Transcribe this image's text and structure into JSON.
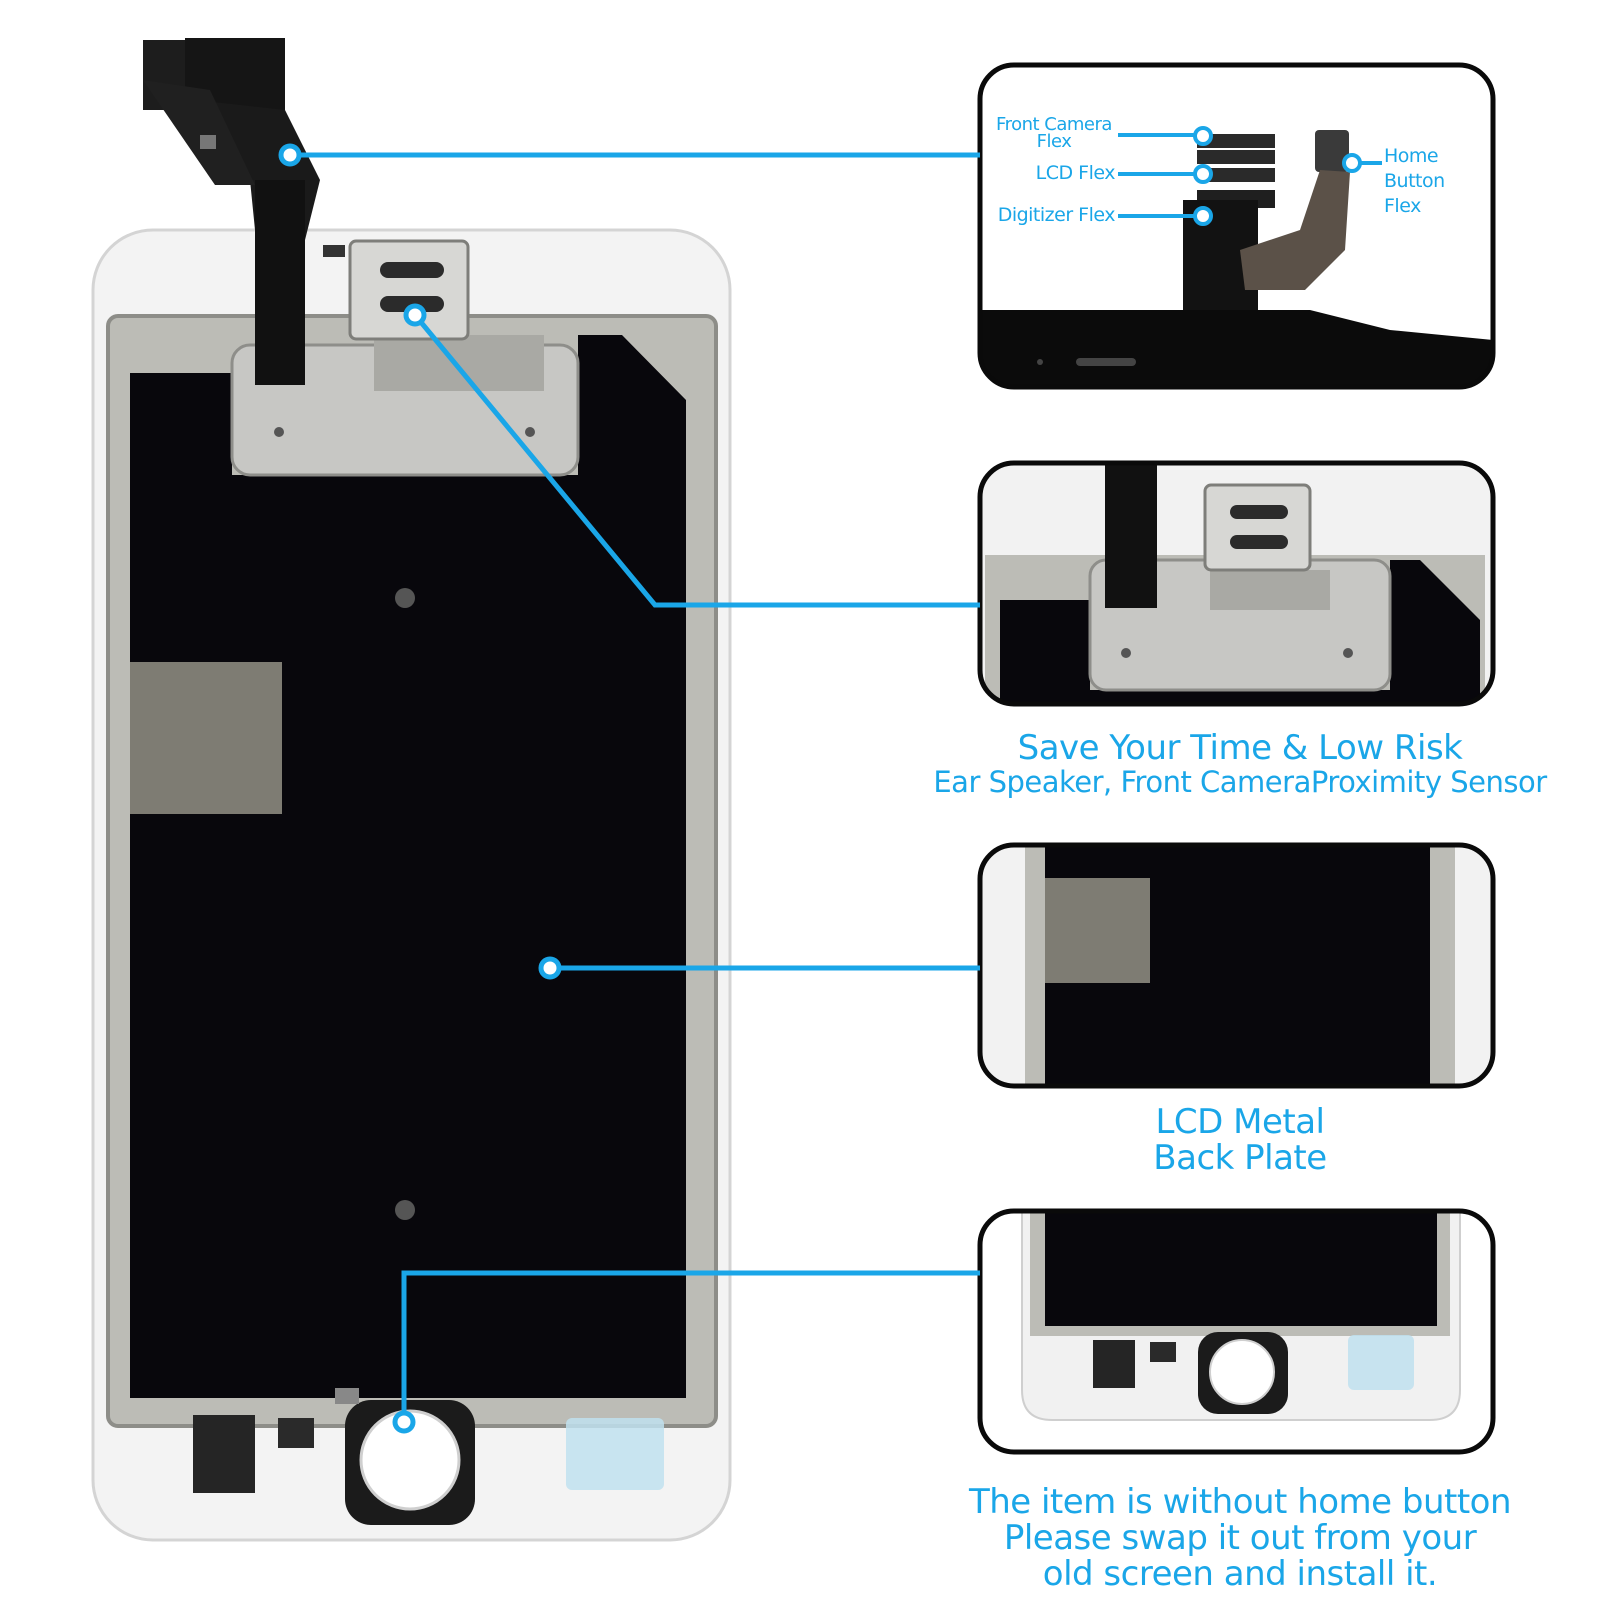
{
  "inset_top": {
    "labels": {
      "front_camera_flex": "Front Camera Flex",
      "lcd_flex": "LCD Flex",
      "digitizer_flex": "Digitizer Flex",
      "home_button_flex": "Home Button Flex"
    }
  },
  "captions": {
    "save_time_title": "Save Your Time & Low Risk",
    "save_time_subtitle": "Ear Speaker, Front CameraProximity Sensor",
    "lcd_plate_line1": "LCD Metal",
    "lcd_plate_line2": "Back Plate",
    "home_button_line1": "The item is without home button",
    "home_button_line2": "Please swap it out from your",
    "home_button_line3": "old screen and install it."
  },
  "colors": {
    "accent": "#1aa6e8",
    "screen_black": "#08070c",
    "frame_silver": "#b9b9b4",
    "bezel_white": "#f2f2f2"
  }
}
